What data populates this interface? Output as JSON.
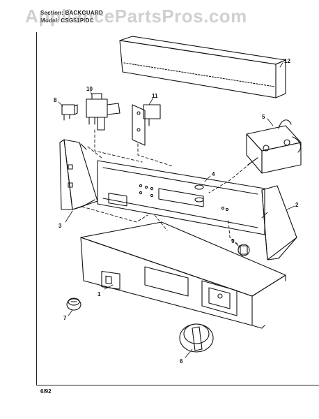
{
  "header": {
    "section_line": "Section: BACKGUARD",
    "model_line": "Model: CSG51PIDC"
  },
  "watermark": "AppliancePartsPros.com",
  "footer": {
    "date": "6/92"
  },
  "callouts": [
    "1",
    "2",
    "3",
    "4",
    "5",
    "6",
    "7",
    "8",
    "9",
    "10",
    "11",
    "12"
  ]
}
